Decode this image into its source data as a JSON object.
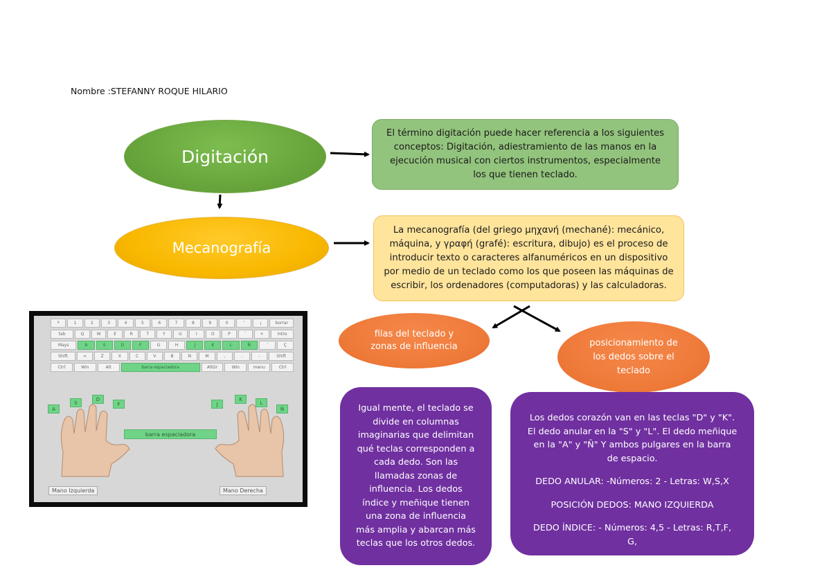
{
  "header": {
    "student_name": "Nombre :STEFANNY ROQUE HILARIO"
  },
  "nodes": {
    "digitacion": {
      "label": "Digitación",
      "description": "El término digitación puede hacer referencia a los siguientes conceptos: Digitación, adiestramiento de las manos en la ejecución musical con ciertos instrumentos, especialmente los que tienen teclado."
    },
    "mecanografia": {
      "label": "Mecanografía",
      "description": "La mecanografía (del griego μηχανή (mechané): mecánico, máquina, y γραφή (grafé): escritura, dibujo) es el proceso de introducir texto o caracteres alfanuméricos en un dispositivo por medio de un teclado como los que poseen las máquinas de escribir, los ordenadores (computadoras) y las calculadoras."
    },
    "filas": {
      "label": "filas del teclado y zonas de influencia",
      "description": "Igual mente, el teclado se divide en columnas imaginarias que delimitan qué teclas corresponden a cada dedo. Son las llamadas zonas de influencia. Los dedos índice y meñique tienen una zona de influencia más amplia y abarcan más teclas que los otros dedos."
    },
    "posicionamiento": {
      "label": "posicionamiento de los dedos sobre el teclado",
      "description": [
        "Los dedos corazón van en las teclas \"D\" y \"K\". El dedo anular en la \"S\" y \"L\". El dedo meñique en la \"A\" y \"Ñ\" Y ambos pulgares en la barra de espacio.",
        "DEDO ANULAR: -Números: 2 - Letras: W,S,X",
        "POSICIÓN DEDOS: MANO IZQUIERDA",
        "DEDO ÍNDICE: - Números: 4,5 - Letras: R,T,F, G,"
      ]
    }
  },
  "keyboard_image": {
    "rows": [
      [
        "º",
        "1",
        "2",
        "3",
        "4",
        "5",
        "6",
        "7",
        "8",
        "9",
        "0",
        "'",
        "¡",
        "borrar"
      ],
      [
        "tab",
        "Q",
        "W",
        "E",
        "R",
        "T",
        "Y",
        "U",
        "I",
        "O",
        "P",
        "`",
        "+",
        "intro"
      ],
      [
        "Mays",
        "A",
        "S",
        "D",
        "F",
        "G",
        "H",
        "J",
        "K",
        "L",
        "Ñ",
        "´",
        "Ç"
      ],
      [
        "Shift",
        "<",
        "Z",
        "X",
        "C",
        "V",
        "B",
        "N",
        "M",
        ",",
        ".",
        "-",
        "Shift"
      ],
      [
        "Ctrl",
        "Win",
        "Alt",
        "barra espaciadora",
        "AltGr",
        "Win",
        "menu",
        "Ctrl"
      ]
    ],
    "home_keys": [
      "A",
      "S",
      "D",
      "F",
      "J",
      "K",
      "L",
      "Ñ"
    ],
    "left_hand_keys": [
      "A",
      "S",
      "D",
      "F"
    ],
    "right_hand_keys": [
      "J",
      "K",
      "L",
      "Ñ"
    ],
    "spacebar_label": "barra espaciadora",
    "left_hand_label": "Mano Izquierda",
    "right_hand_label": "Mano Derecha"
  },
  "colors": {
    "green": "#93c47d",
    "green_node": "#6aa83e",
    "yellow": "#ffe49c",
    "yellow_node": "#f9b800",
    "orange_node": "#ef7b3b",
    "purple": "#7030a0"
  }
}
